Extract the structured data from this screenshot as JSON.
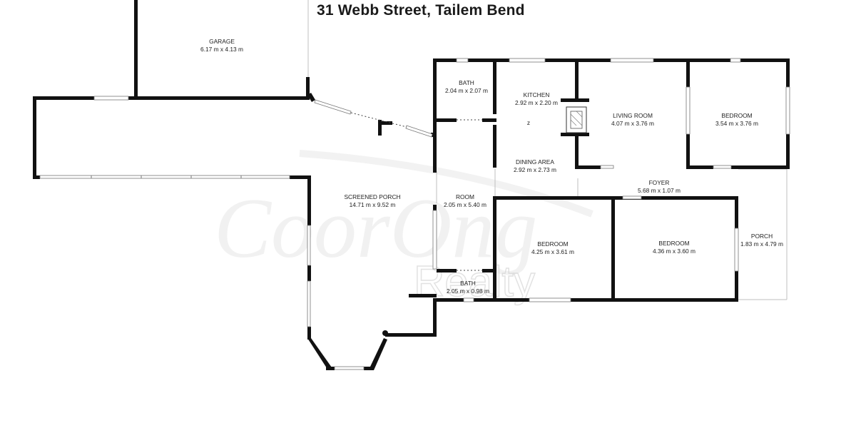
{
  "title": "31 Webb Street, Tailem Bend",
  "watermark": {
    "brand": "CoorOng",
    "sub": "Realty"
  },
  "rooms": [
    {
      "name": "GARAGE",
      "dims": "6.17 m x 4.13 m"
    },
    {
      "name": "BATH",
      "dims": "2.04 m x 2.07 m"
    },
    {
      "name": "KITCHEN",
      "dims": "2.92 m x 2.20 m"
    },
    {
      "name": "LIVING ROOM",
      "dims": "4.07 m x 3.76 m"
    },
    {
      "name": "BEDROOM",
      "dims": "3.54 m x 3.76 m"
    },
    {
      "name": "DINING AREA",
      "dims": "2.92 m x 2.73 m"
    },
    {
      "name": "FOYER",
      "dims": "5.68 m x 1.07 m"
    },
    {
      "name": "SCREENED PORCH",
      "dims": "14.71 m x 9.52 m"
    },
    {
      "name": "ROOM",
      "dims": "2.05 m x 5.40 m"
    },
    {
      "name": "BEDROOM",
      "dims": "4.25 m x 3.61 m"
    },
    {
      "name": "BEDROOM",
      "dims": "4.36 m x 3.60 m"
    },
    {
      "name": "PORCH",
      "dims": "1.83 m x 4.79 m"
    },
    {
      "name": "BATH",
      "dims": "2.05 m x 0.98 m"
    }
  ],
  "kitchen_marker": "z"
}
